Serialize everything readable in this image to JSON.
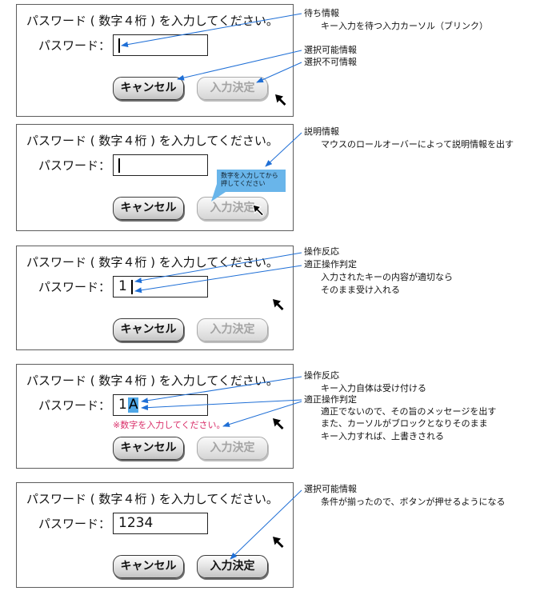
{
  "colors": {
    "annotation_arrow": "#1f6fd6",
    "error_text": "#d92d68",
    "tooltip_background": "#69b5ea",
    "block_cursor": "#4fa7e7",
    "panel_border": "#5c5c5c"
  },
  "icons": {
    "pointer": "mouse-pointer-icon"
  },
  "panels": [
    {
      "dialog": {
        "title": "パスワード ( 数字４桁 ) を入力してください。",
        "password_label": "パスワード：",
        "password_value": "",
        "cancel_label": "キャンセル",
        "submit_label": "入力決定",
        "submit_enabled": false
      },
      "annotations": [
        {
          "label": "待ち情報",
          "notes": [
            "キー入力を待つ入力カーソル（ブリンク）"
          ]
        },
        {
          "label": "選択可能情報",
          "notes": []
        },
        {
          "label": "選択不可情報",
          "notes": []
        }
      ]
    },
    {
      "dialog": {
        "title": "パスワード ( 数字４桁 ) を入力してください。",
        "password_label": "パスワード：",
        "password_value": "",
        "cancel_label": "キャンセル",
        "submit_label": "入力決定",
        "submit_enabled": false,
        "tooltip": [
          "数字を入力してから",
          "押してください"
        ]
      },
      "annotations": [
        {
          "label": "説明情報",
          "notes": [
            "マウスのロールオーバーによって説明情報を出す"
          ]
        }
      ]
    },
    {
      "dialog": {
        "title": "パスワード ( 数字４桁 ) を入力してください。",
        "password_label": "パスワード：",
        "password_value": "1",
        "cancel_label": "キャンセル",
        "submit_label": "入力決定",
        "submit_enabled": false
      },
      "annotations": [
        {
          "label": "操作反応",
          "notes": []
        },
        {
          "label": "適正操作判定",
          "notes": [
            "入力されたキーの内容が適切なら",
            "そのまま受け入れる"
          ]
        }
      ]
    },
    {
      "dialog": {
        "title": "パスワード ( 数字４桁 ) を入力してください。",
        "password_label": "パスワード：",
        "password_value": "1",
        "block_cursor_char": "A",
        "error_message": "※数字を入力してください。",
        "cancel_label": "キャンセル",
        "submit_label": "入力決定",
        "submit_enabled": false
      },
      "annotations": [
        {
          "label": "操作反応",
          "notes": [
            "キー入力自体は受け付ける"
          ]
        },
        {
          "label": "適正操作判定",
          "notes": [
            "適正でないので、その旨のメッセージを出す",
            "また、カーソルがブロックとなりそのまま",
            "キー入力すれば、上書きされる"
          ]
        }
      ]
    },
    {
      "dialog": {
        "title": "パスワード ( 数字４桁 ) を入力してください。",
        "password_label": "パスワード：",
        "password_value": "1234",
        "cancel_label": "キャンセル",
        "submit_label": "入力決定",
        "submit_enabled": true
      },
      "annotations": [
        {
          "label": "選択可能情報",
          "notes": [
            "条件が揃ったので、ボタンが押せるようになる"
          ]
        }
      ]
    }
  ]
}
